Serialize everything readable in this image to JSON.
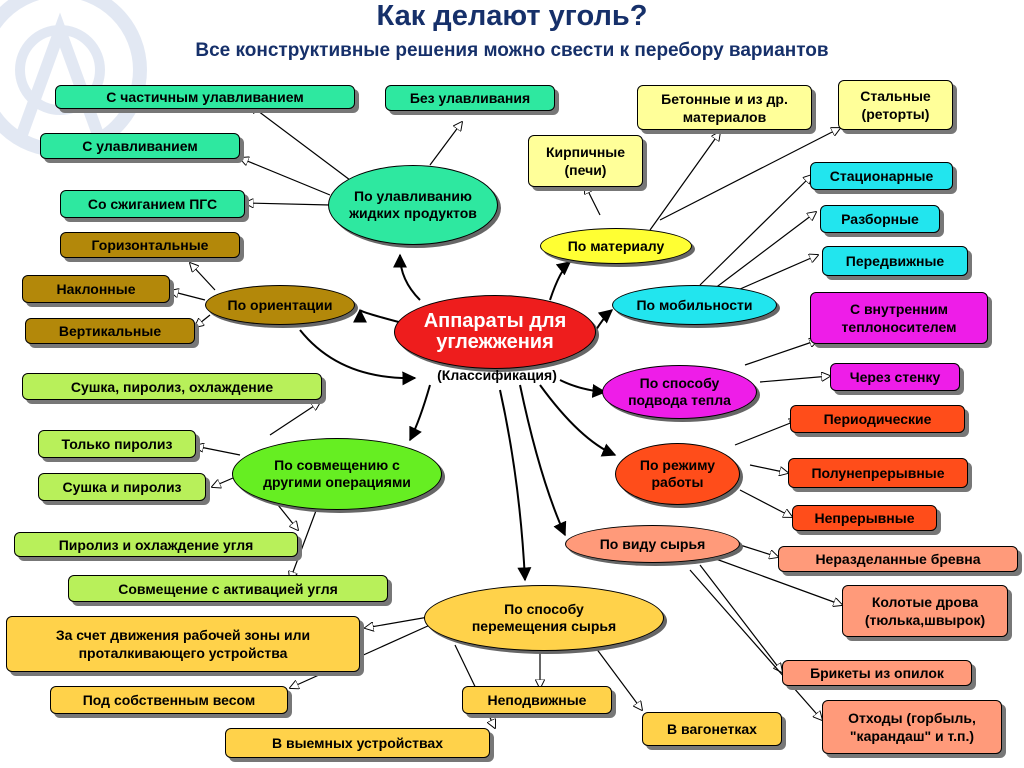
{
  "header": {
    "title": "Как делают уголь?",
    "subtitle": "Все конструктивные решения можно свести к перебору вариантов"
  },
  "center": {
    "title": "Аппараты для\nуглежжения",
    "subtitle": "(Классификация)"
  },
  "colors": {
    "center": "#ee1d1d",
    "liquid": "#2ee8a0",
    "orientation": "#b3880a",
    "combination": "#66ee22",
    "movement": "#ffd24a",
    "material": "#ffff33",
    "mobility": "#22e5ee",
    "heat": "#ee1de8",
    "mode": "#ff4d1a",
    "raw": "#ff9a7a"
  },
  "categories": {
    "liquid": {
      "label": "По улавливанию\nжидких продуктов",
      "items": [
        "С частичным улавливанием",
        "Без улавливания",
        "С улавливанием",
        "Со сжиганием ПГС"
      ]
    },
    "orientation": {
      "label": "По ориентации",
      "items": [
        "Горизонтальные",
        "Наклонные",
        "Вертикальные"
      ]
    },
    "combination": {
      "label": "По совмещению с\nдругими операциями",
      "items": [
        "Сушка, пиролиз, охлаждение",
        "Только пиролиз",
        "Сушка и пиролиз",
        "Пиролиз и охлаждение угля",
        "Совмещение с активацией угля"
      ]
    },
    "movement": {
      "label": "По способу\nперемещения сырья",
      "items": [
        "За счет движения рабочей зоны или\nпроталкивающего устройства",
        "Под собственным весом",
        "Неподвижные",
        "В выемных устройствах",
        "В вагонетках"
      ]
    },
    "material": {
      "label": "По материалу",
      "items": [
        "Кирпичные\n(печи)",
        "Бетонные и из др.\nматериалов",
        "Стальные\n(реторты)"
      ]
    },
    "mobility": {
      "label": "По мобильности",
      "items": [
        "Стационарные",
        "Разборные",
        "Передвижные"
      ]
    },
    "heat": {
      "label": "По способу\nподвода тепла",
      "items": [
        "С внутренним\nтеплоносителем",
        "Через стенку"
      ]
    },
    "mode": {
      "label": "По режиму\nработы",
      "items": [
        "Периодические",
        "Полунепрерывные",
        "Непрерывные"
      ]
    },
    "raw": {
      "label": "По виду сырья",
      "items": [
        "Неразделанные бревна",
        "Колотые дрова\n(тюлька,швырок)",
        "Брикеты из опилок",
        "Отходы (горбыль,\n\"карандаш\" и т.п.)"
      ]
    }
  }
}
